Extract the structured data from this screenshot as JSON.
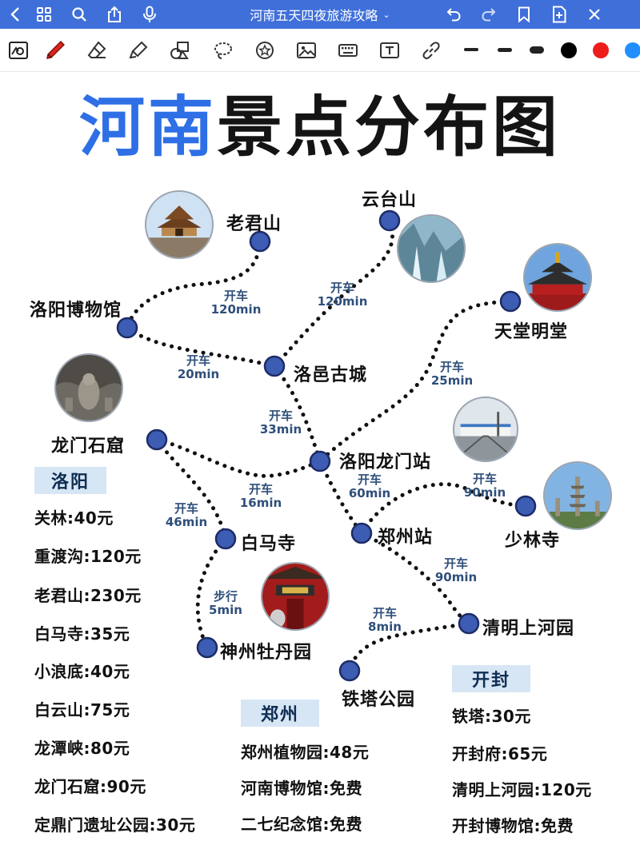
{
  "app": {
    "doc_title": "河南五天四夜旅游攻略",
    "title_caret": "⌄",
    "topbar_icons": {
      "left": [
        "chevron-left-icon",
        "grid-icon",
        "search-icon",
        "share-icon",
        "microphone-icon"
      ],
      "right": [
        "undo-icon",
        "redo-icon",
        "bookmark-icon",
        "add-page-icon",
        "close-icon"
      ]
    },
    "toolbar_icons": [
      "lasso-scan-icon",
      "pen-icon",
      "eraser-icon",
      "highlighter-icon",
      "shapes-icon",
      "lasso-icon",
      "sticker-icon",
      "image-icon",
      "keyboard-icon",
      "text-box-icon",
      "link-icon"
    ],
    "pen_colors": [
      "#000000",
      "#ef1c1c",
      "#1f8fff"
    ]
  },
  "poster": {
    "title_blue": "河南",
    "title_black": "景点分布图"
  },
  "places": {
    "laojunshan": "老君山",
    "yuntaishan": "云台山",
    "luoyang_museum": "洛阳博物馆",
    "tiantang_mingtang": "天堂明堂",
    "luoyi_old_city": "洛邑古城",
    "longmen_grottoes": "龙门石窟",
    "luoyang_longmen_station": "洛阳龙门站",
    "shaolin_temple": "少林寺",
    "baima_temple": "白马寺",
    "zhengzhou_station": "郑州站",
    "qingming_park": "清明上河园",
    "shenzhou_peony_garden": "神州牡丹园",
    "tieta_park": "铁塔公园"
  },
  "routes": [
    {
      "mode": "开车",
      "time": "120min"
    },
    {
      "mode": "开车",
      "time": "120min"
    },
    {
      "mode": "开车",
      "time": "20min"
    },
    {
      "mode": "开车",
      "time": "25min"
    },
    {
      "mode": "开车",
      "time": "33min"
    },
    {
      "mode": "开车",
      "time": "16min"
    },
    {
      "mode": "开车",
      "time": "60min"
    },
    {
      "mode": "开车",
      "time": "90min"
    },
    {
      "mode": "开车",
      "time": "46min"
    },
    {
      "mode": "开车",
      "time": "90min"
    },
    {
      "mode": "步行",
      "time": "5min"
    },
    {
      "mode": "开车",
      "time": "8min"
    }
  ],
  "prices": {
    "luoyang": {
      "title": "洛阳",
      "items": [
        "关林:40元",
        "重渡沟:120元",
        "老君山:230元",
        "白马寺:35元",
        "小浪底:40元",
        "白云山:75元",
        "龙潭峡:80元",
        "龙门石窟:90元",
        "定鼎门遗址公园:30元"
      ]
    },
    "zhengzhou": {
      "title": "郑州",
      "items": [
        "郑州植物园:48元",
        "河南博物馆:免费",
        "二七纪念馆:免费"
      ]
    },
    "kaifeng": {
      "title": "开封",
      "items": [
        "铁塔:30元",
        "开封府:65元",
        "清明上河园:120元",
        "开封博物馆:免费"
      ]
    }
  }
}
